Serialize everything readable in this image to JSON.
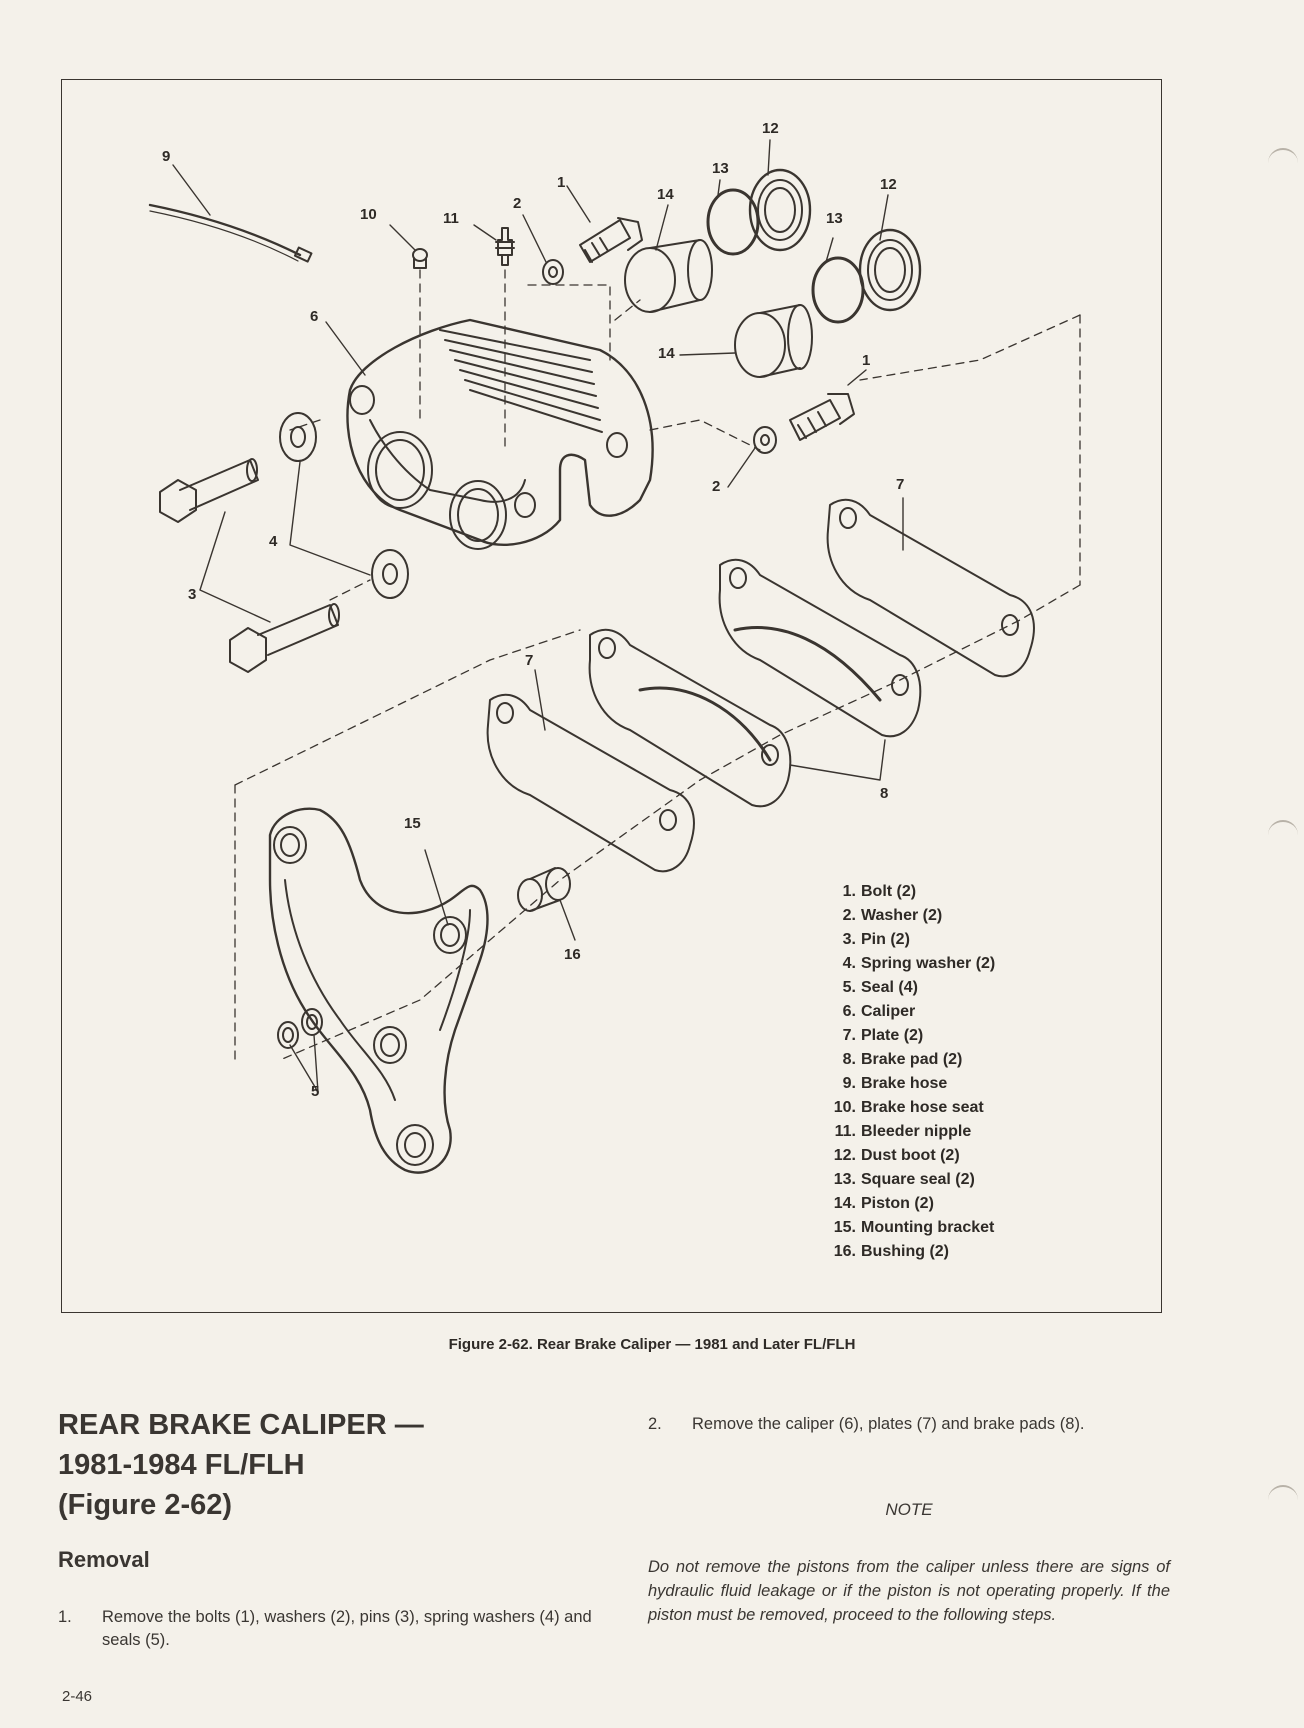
{
  "figure": {
    "callouts": [
      "9",
      "10",
      "11",
      "2",
      "1",
      "14",
      "13",
      "12",
      "13",
      "12",
      "6",
      "14",
      "1",
      "2",
      "7",
      "4",
      "3",
      "7",
      "8",
      "15",
      "16",
      "5"
    ],
    "legend": [
      {
        "num": "1.",
        "label": "Bolt (2)"
      },
      {
        "num": "2.",
        "label": "Washer (2)"
      },
      {
        "num": "3.",
        "label": "Pin (2)"
      },
      {
        "num": "4.",
        "label": "Spring washer (2)"
      },
      {
        "num": "5.",
        "label": "Seal (4)"
      },
      {
        "num": "6.",
        "label": "Caliper"
      },
      {
        "num": "7.",
        "label": "Plate (2)"
      },
      {
        "num": "8.",
        "label": "Brake pad (2)"
      },
      {
        "num": "9.",
        "label": "Brake hose"
      },
      {
        "num": "10.",
        "label": "Brake hose seat"
      },
      {
        "num": "11.",
        "label": "Bleeder nipple"
      },
      {
        "num": "12.",
        "label": "Dust boot (2)"
      },
      {
        "num": "13.",
        "label": "Square seal (2)"
      },
      {
        "num": "14.",
        "label": "Piston (2)"
      },
      {
        "num": "15.",
        "label": "Mounting bracket"
      },
      {
        "num": "16.",
        "label": "Bushing (2)"
      }
    ],
    "caption": "Figure 2-62. Rear Brake Caliper — 1981 and Later FL/FLH"
  },
  "section": {
    "title_lines": [
      "REAR BRAKE CALIPER —",
      "1981-1984 FL/FLH",
      "(Figure 2-62)"
    ],
    "subtitle": "Removal"
  },
  "steps": [
    {
      "index": "1.",
      "text": "Remove the bolts (1), washers (2), pins (3), spring washers (4) and seals (5)."
    },
    {
      "index": "2.",
      "text": "Remove the caliper (6), plates (7) and brake pads (8)."
    }
  ],
  "note": {
    "label": "NOTE",
    "text": "Do not remove the pistons from the caliper unless there are signs of hydraulic fluid leakage or if the piston is not operating properly. If the piston must be removed, proceed to the following steps."
  },
  "page_number": "2-46"
}
